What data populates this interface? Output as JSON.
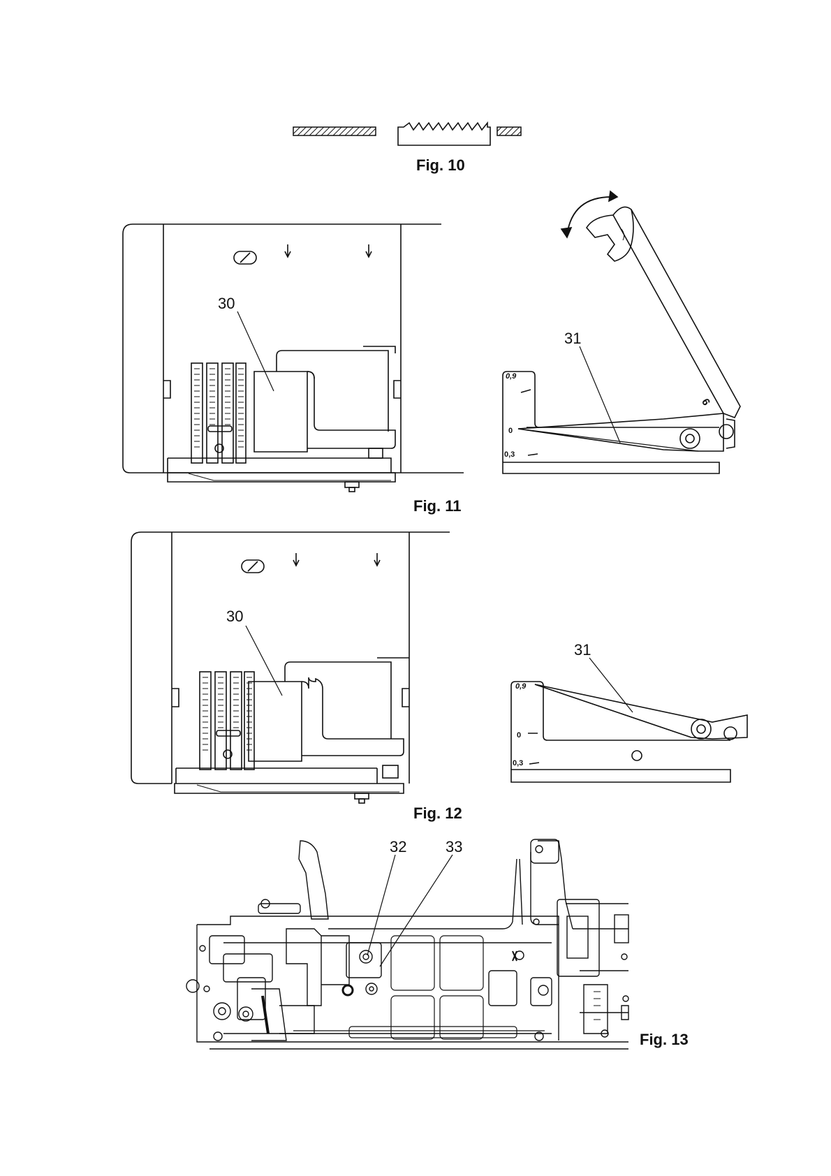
{
  "figures": {
    "fig10": {
      "caption": "Fig. 10"
    },
    "fig11": {
      "caption": "Fig. 11",
      "callouts": [
        "30",
        "31"
      ],
      "scale": [
        "0,9",
        "0",
        "0,3"
      ],
      "wrench_mark": "6"
    },
    "fig12": {
      "caption": "Fig. 12",
      "callouts": [
        "30",
        "31"
      ],
      "scale": [
        "0,9",
        "0",
        "0,3"
      ]
    },
    "fig13": {
      "caption": "Fig. 13",
      "callouts": [
        "32",
        "33"
      ]
    }
  }
}
